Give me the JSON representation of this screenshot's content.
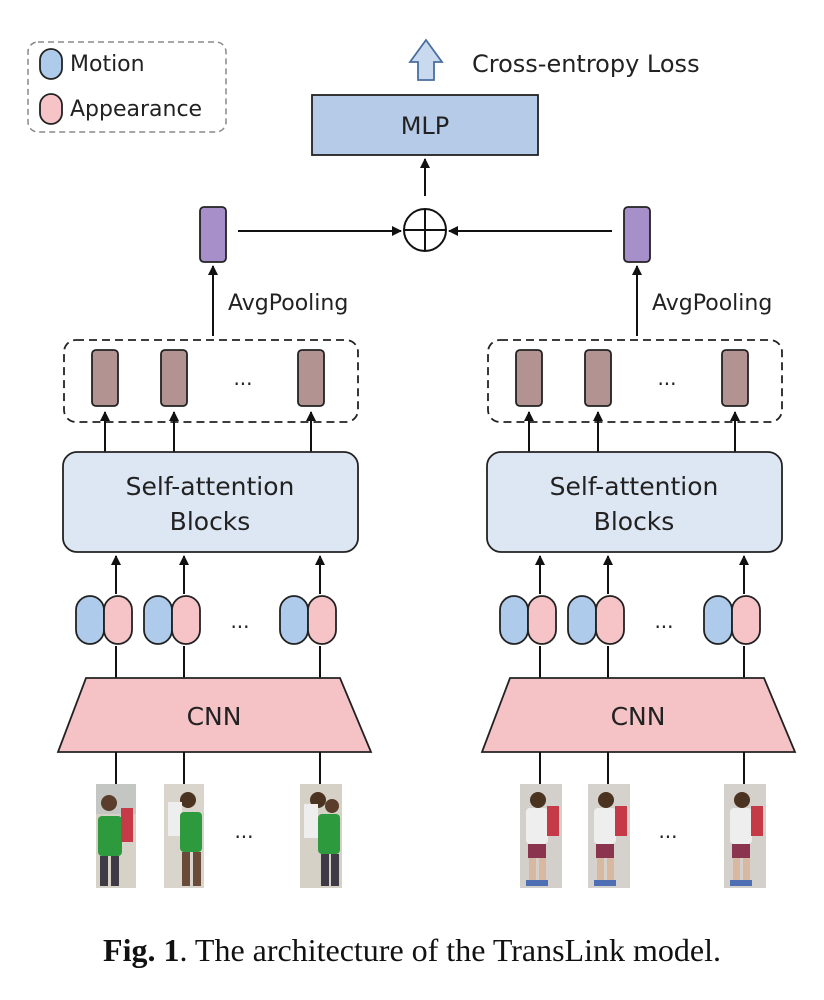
{
  "legend": {
    "motion_label": "Motion",
    "appearance_label": "Appearance"
  },
  "top": {
    "loss_label": "Cross-entropy Loss",
    "mlp_label": "MLP"
  },
  "branch": {
    "pool_label": "AvgPooling",
    "attention_line1": "Self-attention",
    "attention_line2": "Blocks",
    "cnn_label": "CNN",
    "ellipsis": "..."
  },
  "caption": {
    "fig_label": "Fig. 1",
    "text": ". The architecture of the TransLink model."
  },
  "colors": {
    "motion": "#aecbeb",
    "appearance": "#f6c3c6",
    "block_blue": "#b6cbe7",
    "attention_fill": "#dde6f3",
    "cnn_fill": "#f5c3c5",
    "feature_purple": "#a790c9",
    "token_brown": "#b39292",
    "person_green": "#2e9a3e",
    "person_white": "#eeeeee",
    "person_red": "#c63a48"
  }
}
